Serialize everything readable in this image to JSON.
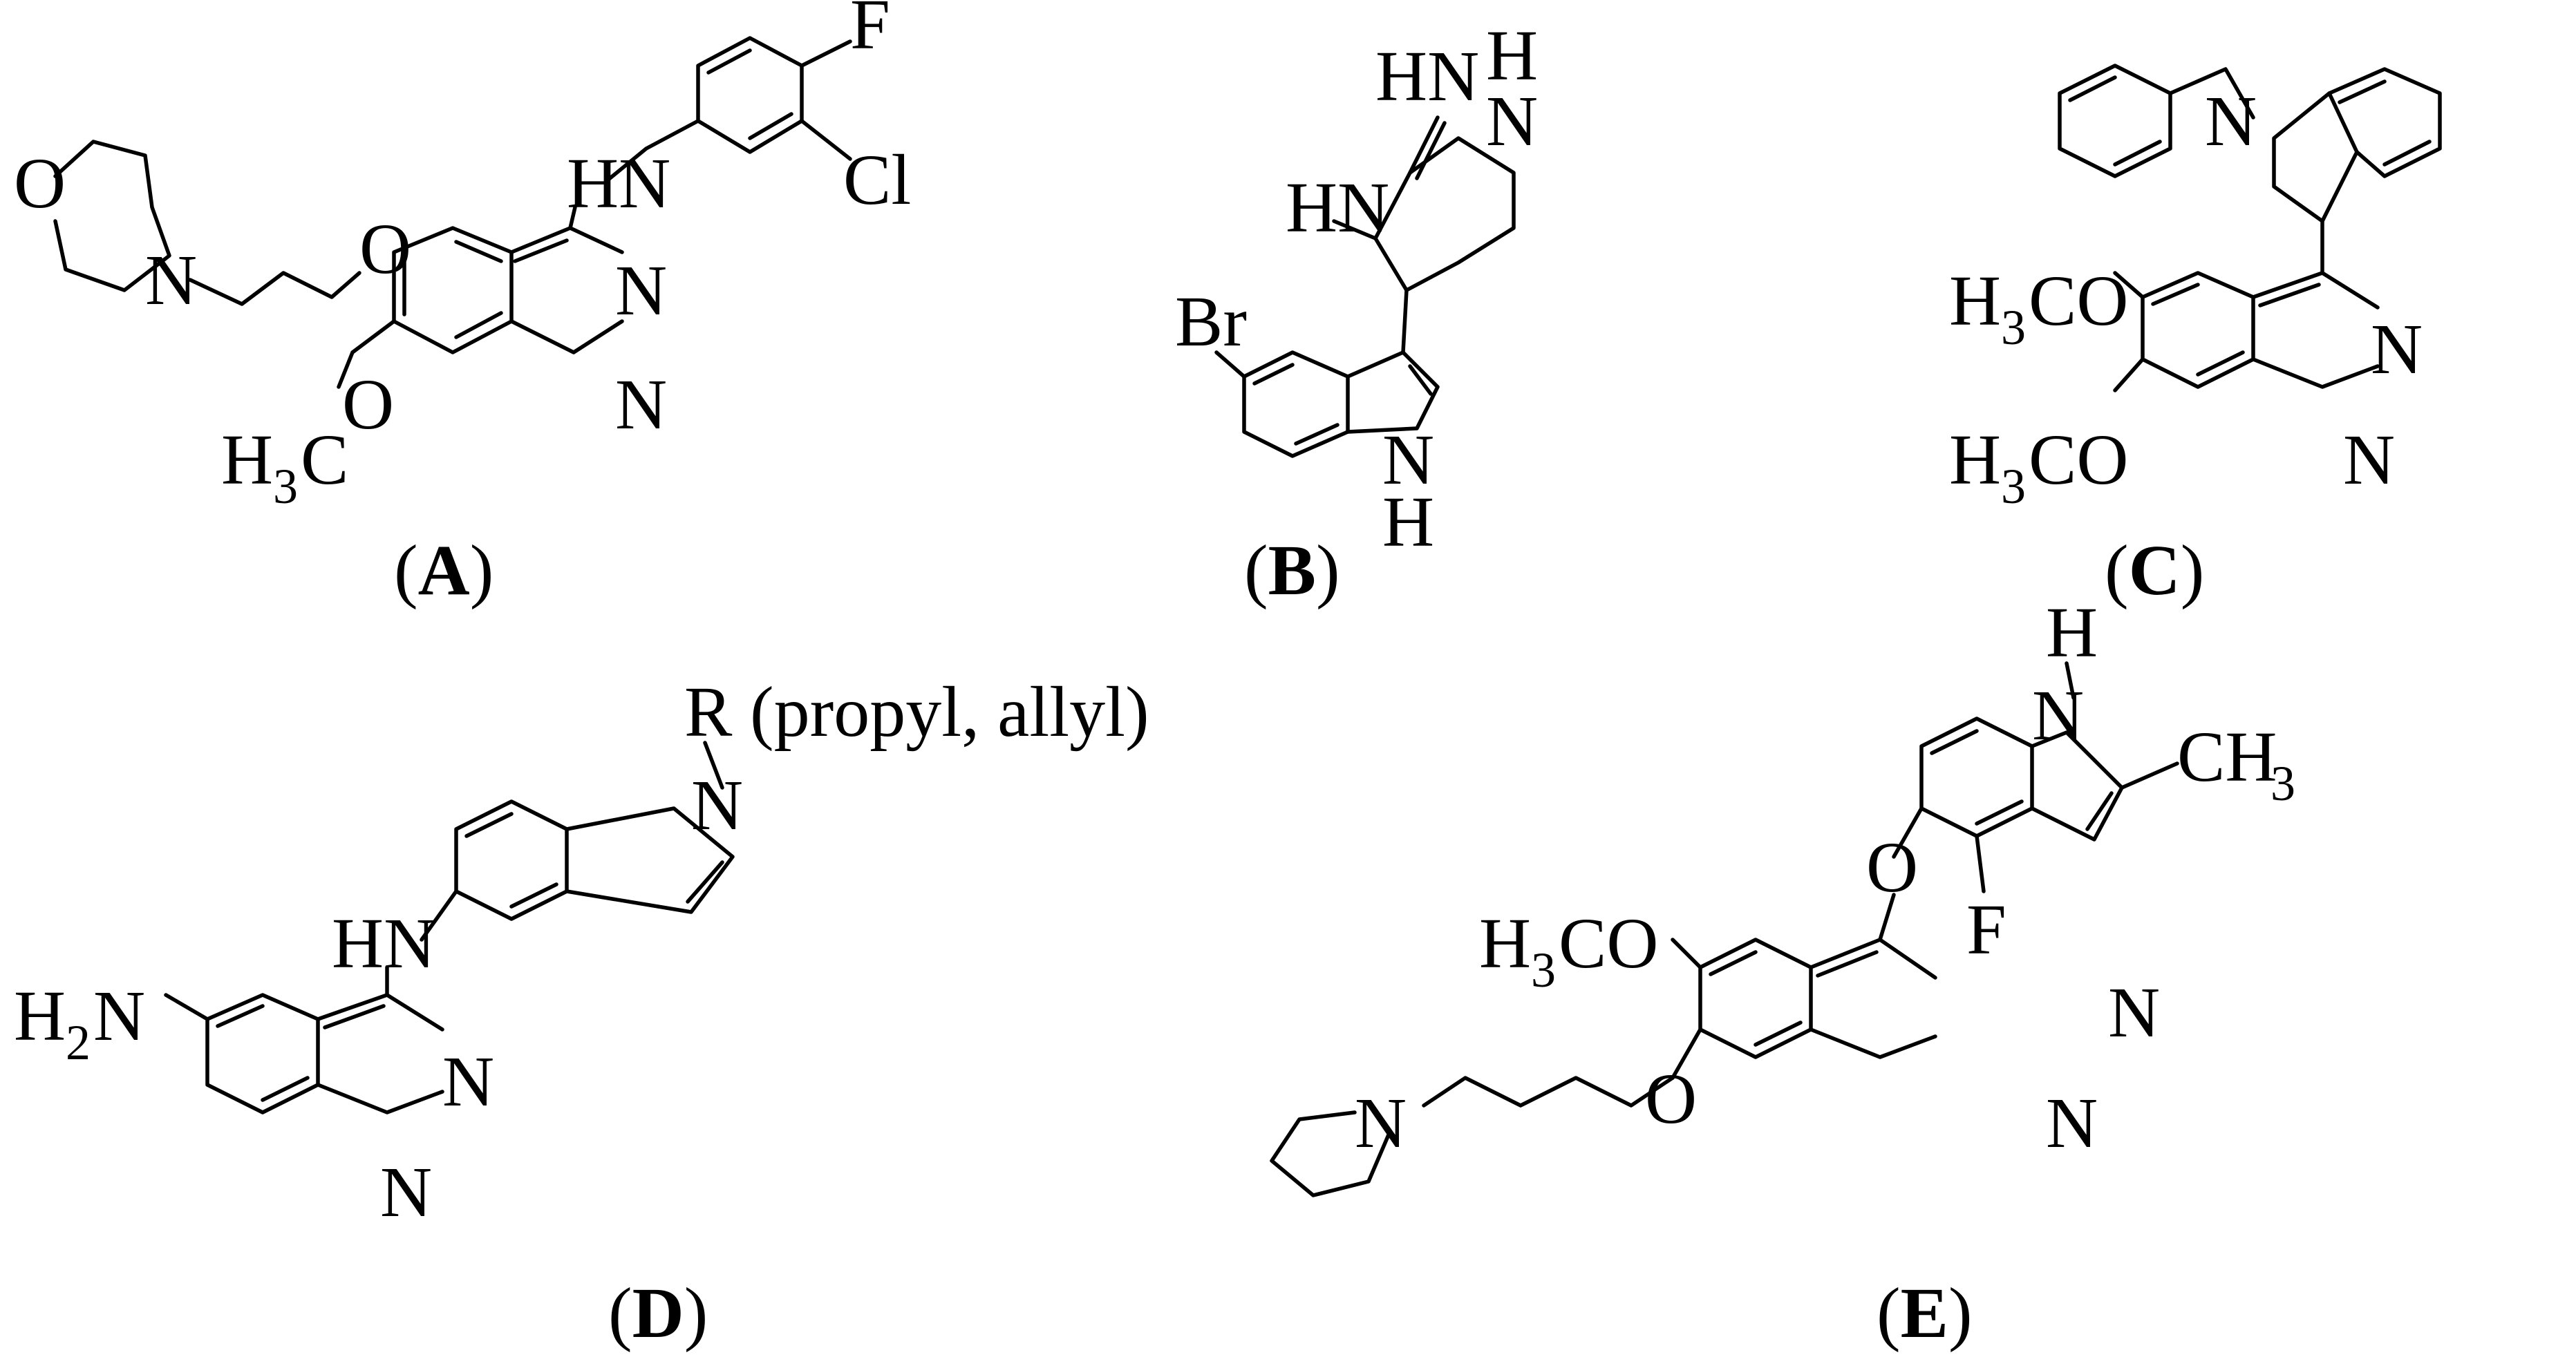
{
  "figure": {
    "panels": [
      {
        "id": "A",
        "caption_open": "(",
        "caption_letter": "A",
        "caption_close": ")",
        "labels": {
          "morph_o": "O",
          "morph_n": "N",
          "ether_o": "O",
          "nh": "HN",
          "n3": "N",
          "n1": "N",
          "f": "F",
          "cl": "Cl",
          "ome_h": "H",
          "ome_3": "3",
          "ome_co": "C",
          "ome_o": "O"
        }
      },
      {
        "id": "B",
        "caption_open": "(",
        "caption_letter": "B",
        "caption_close": ")",
        "labels": {
          "br": "Br",
          "imine": "HN",
          "top_h": "H",
          "top_n": "N",
          "hn": "HN",
          "ind_n": "N",
          "ind_h": "H"
        }
      },
      {
        "id": "C",
        "caption_open": "(",
        "caption_letter": "C",
        "caption_close": ")",
        "labels": {
          "n_indole": "N",
          "n3": "N",
          "n1": "N",
          "ome1": "H",
          "ome1_3": "3",
          "ome1_rest": "CO",
          "ome2": "H",
          "ome2_3": "3",
          "ome2_rest": "CO"
        }
      },
      {
        "id": "D",
        "caption_open": "(",
        "caption_letter": "D",
        "caption_close": ")",
        "labels": {
          "r": "R",
          "r_note": "(propyl, allyl)",
          "n_indole": "N",
          "nh": "HN",
          "h2n_h": "H",
          "h2n_2": "2",
          "h2n_n": "N",
          "n3": "N",
          "n1": "N"
        }
      },
      {
        "id": "E",
        "caption_open": "(",
        "caption_letter": "E",
        "caption_close": ")",
        "labels": {
          "nh_h": "H",
          "nh_n": "N",
          "ch": "CH",
          "ch_3": "3",
          "o_bridge": "O",
          "f": "F",
          "ome_h": "H",
          "ome_3": "3",
          "ome_rest": "CO",
          "n3": "N",
          "n1": "N",
          "o_chain": "O",
          "n_pyrr": "N"
        }
      }
    ]
  }
}
